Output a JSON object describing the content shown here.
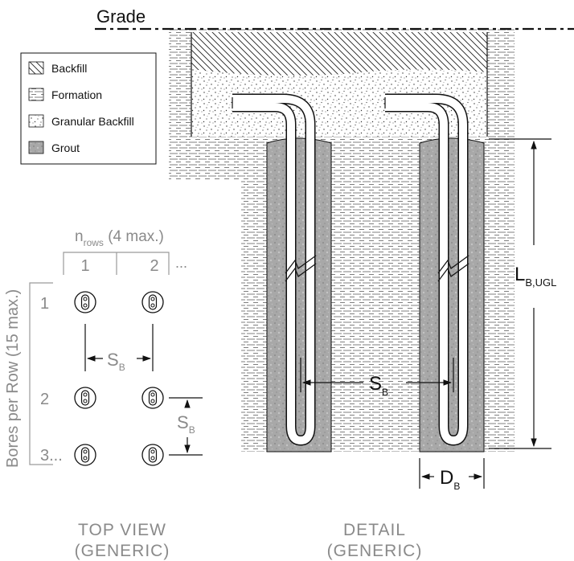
{
  "grade_label": "Grade",
  "legend": {
    "items": [
      {
        "label": "Backfill",
        "pattern": "backfill"
      },
      {
        "label": "Formation",
        "pattern": "formation"
      },
      {
        "label": "Granular Backfill",
        "pattern": "granular"
      },
      {
        "label": "Grout",
        "pattern": "grout"
      }
    ]
  },
  "top_view": {
    "nrows_main": "n",
    "nrows_sub": "rows",
    "nrows_suffix": " (4 max.)",
    "col_labels": [
      "1",
      "2",
      "..."
    ],
    "bores_label": "Bores per Row (15 max.)",
    "row_labels": [
      "1",
      "2",
      "3..."
    ],
    "spacing_main": "S",
    "spacing_sub": "B",
    "caption_line1": "TOP VIEW",
    "caption_line2": "(GENERIC)"
  },
  "detail": {
    "spacing_main": "S",
    "spacing_sub": "B",
    "length_main": "L",
    "length_sub": "B,UGL",
    "diameter_main": "D",
    "diameter_sub": "B",
    "caption_line1": "DETAIL",
    "caption_line2": "(GENERIC)"
  },
  "colors": {
    "line": "#111111",
    "label_gray": "#8a8a8a",
    "grout": "#a8a8a8",
    "pipe_fill": "#ffffff"
  }
}
